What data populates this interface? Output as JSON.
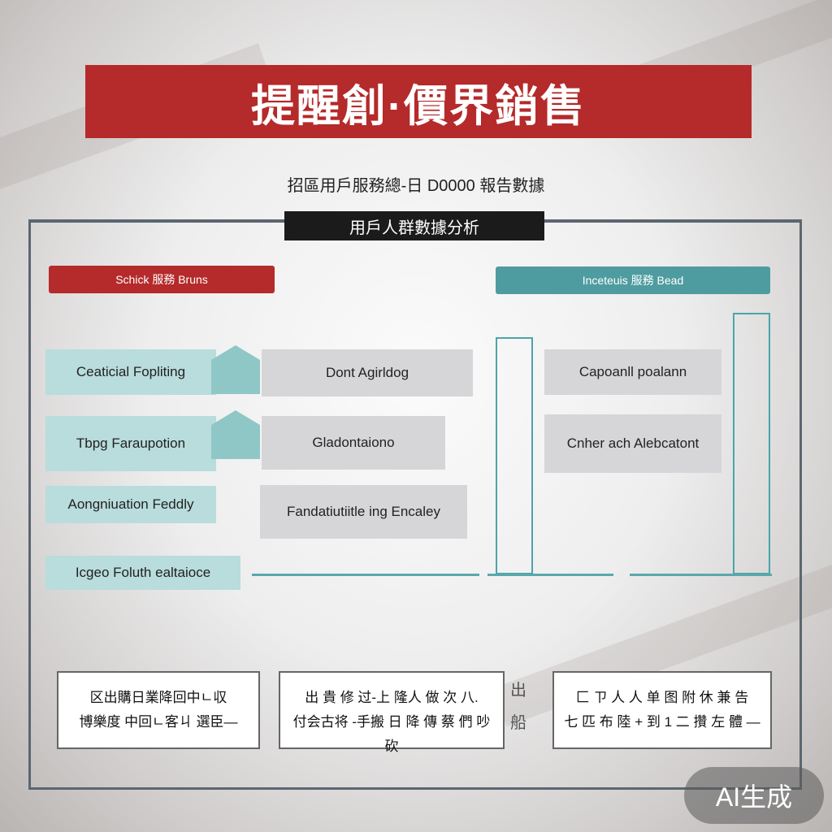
{
  "title": "提醒創·價界銷售",
  "subtitle": "招區用戶服務總-日 D0000 報告數據",
  "center_tag": "用戶人群數據分析",
  "left_header": "Schick 服務 Bruns",
  "right_header": "Inceteuis 服務 Bead",
  "left_items": [
    "Ceaticial Fopliting",
    "Tbpg Faraupotion",
    "Aongniuation Feddly",
    "Icgeo Foluth ealtaioce"
  ],
  "mid_items": [
    "Dont Agirldog",
    "Gladontaiono",
    "Fandatiutiitle ing Encaley"
  ],
  "right_items": [
    "Capoanll poalann",
    "Cnher ach Alebcatont"
  ],
  "notes": [
    {
      "line1": "区出購日業降回中ㄴ収",
      "line2": "博樂度 中回ㄴ客ㄐ 選臣—"
    },
    {
      "line1": "出 貴 修 过-上 隆人 做 次 八.",
      "line2": "付会古将 -手搬 日 降 傳 蔡 們 吵 砍"
    },
    {
      "line1": "匚 ㄗ 人 人 单 图 附 休 兼 告",
      "line2": "七 匹 布 陸 + 到 1 二 攢 左 體 —"
    }
  ],
  "side_glyph": "出船",
  "ai_badge": "AI生成",
  "colors": {
    "red": "#b52a2a",
    "teal": "#4aa5a8",
    "dark": "#1b1b1b"
  }
}
